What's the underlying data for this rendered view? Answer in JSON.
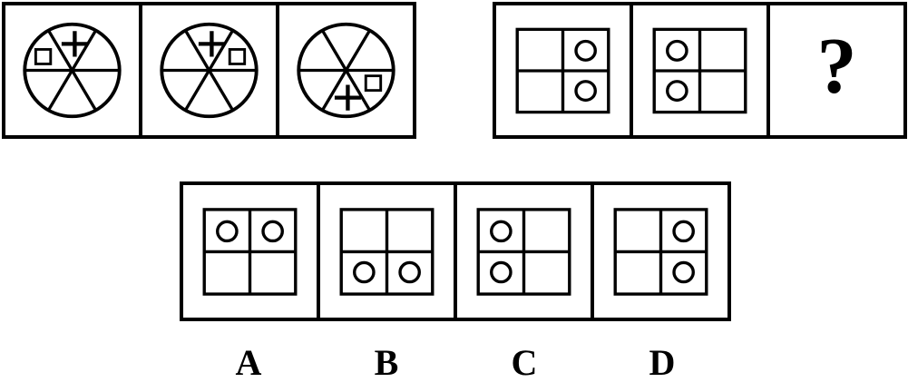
{
  "puzzle": {
    "colors": {
      "ink": "#000000",
      "background": "#ffffff"
    },
    "left_sequence": {
      "panels": [
        {
          "type": "sector-circle",
          "sectors": 6,
          "plus_sector": "top",
          "square_sector": "upper-left"
        },
        {
          "type": "sector-circle",
          "sectors": 6,
          "plus_sector": "top",
          "square_sector": "upper-right"
        },
        {
          "type": "sector-circle",
          "sectors": 6,
          "plus_sector": "bottom",
          "square_sector": "lower-right"
        }
      ]
    },
    "right_sequence": {
      "panels": [
        {
          "type": "quad-grid",
          "circles": [
            "top-right",
            "bottom-right"
          ]
        },
        {
          "type": "quad-grid",
          "circles": [
            "top-left",
            "bottom-left"
          ]
        }
      ],
      "question_symbol": "?"
    },
    "options": [
      {
        "label": "A",
        "circles": [
          "top-left",
          "top-right"
        ]
      },
      {
        "label": "B",
        "circles": [
          "bottom-left",
          "bottom-right"
        ]
      },
      {
        "label": "C",
        "circles": [
          "top-left",
          "bottom-left"
        ]
      },
      {
        "label": "D",
        "circles": [
          "top-right",
          "bottom-right"
        ]
      }
    ]
  }
}
